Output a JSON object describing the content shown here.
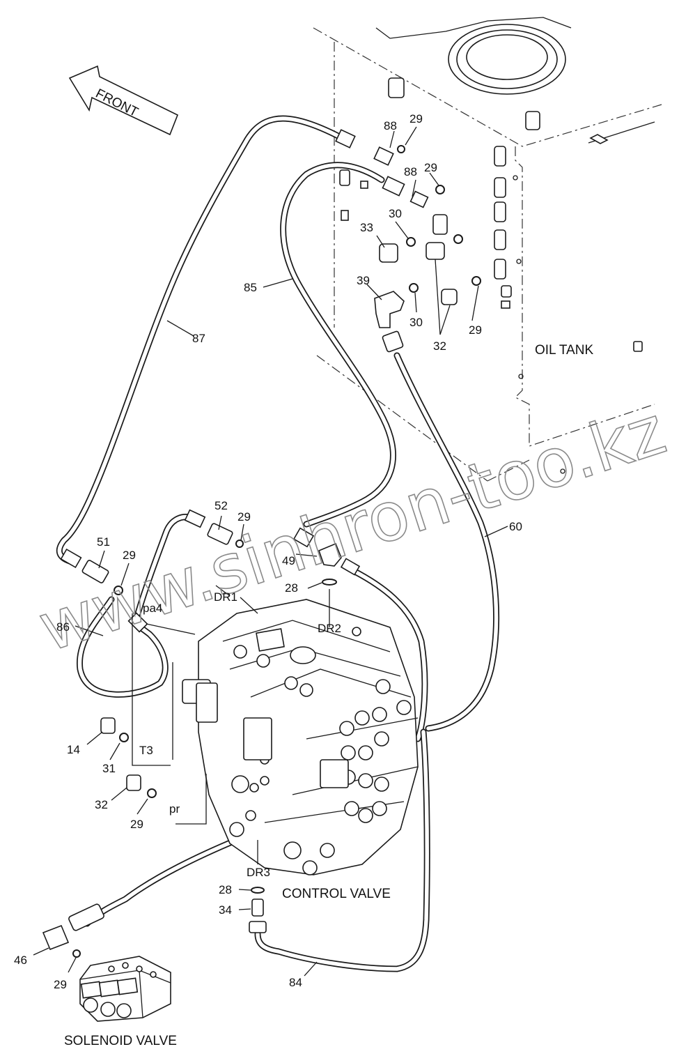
{
  "labels": {
    "front": "FRONT",
    "oil_tank": "OIL TANK",
    "control_valve": "CONTROL VALVE",
    "solenoid_valve": "SOLENOID VALVE",
    "watermark": "www.sinhron-too.kz",
    "l88a": "88",
    "l29a": "29",
    "l88b": "88",
    "l29b": "29",
    "l30a": "30",
    "l33": "33",
    "l85": "85",
    "l39": "39",
    "l30b": "30",
    "l32a": "32",
    "l29c": "29",
    "l87": "87",
    "l52": "52",
    "l29d": "29",
    "l60": "60",
    "l51": "51",
    "l29e": "29",
    "l49": "49",
    "l28a": "28",
    "lDR1": "DR1",
    "lpa4": "pa4",
    "lDR2": "DR2",
    "l86": "86",
    "l14": "14",
    "lT3": "T3",
    "l31": "31",
    "l32b": "32",
    "lpr": "pr",
    "l29f": "29",
    "lDR3": "DR3",
    "l28b": "28",
    "l34": "34",
    "l46": "46",
    "l29g": "29",
    "l84": "84"
  }
}
